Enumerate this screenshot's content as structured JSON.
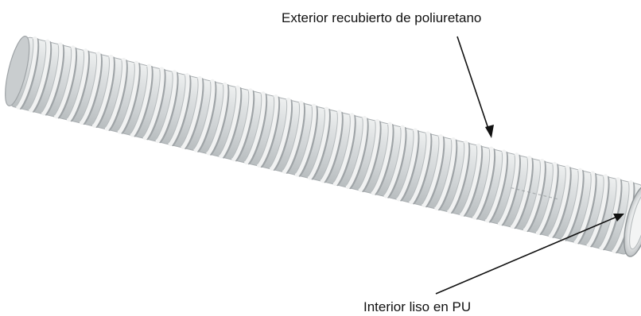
{
  "figure": {
    "subject": "spiral-reinforced-hose",
    "colors": {
      "background": "#ffffff",
      "hose_body": "#d9dcdd",
      "hose_body_dark": "#b7bbbd",
      "rib_highlight": "#f4f5f5",
      "rib_shadow": "#9fa4a7",
      "leader_line": "#111111",
      "text": "#111111"
    }
  },
  "callouts": {
    "exterior": {
      "label": "Exterior recubierto de poliuretano"
    },
    "interior": {
      "label": "Interior liso en PU"
    }
  }
}
